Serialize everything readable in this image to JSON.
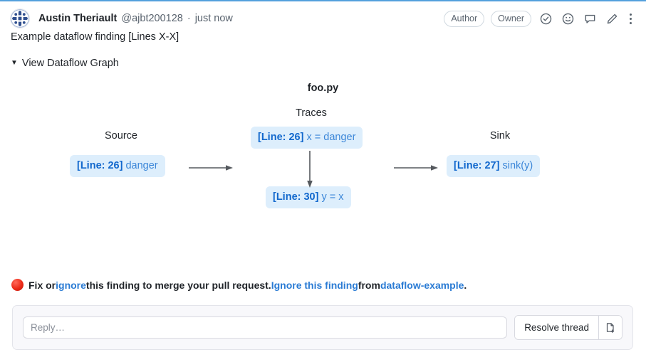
{
  "header": {
    "author_name": "Austin Theriault",
    "author_handle": "@ajbt200128",
    "separator": "·",
    "timestamp": "just now",
    "badges": [
      "Author",
      "Owner"
    ],
    "icons": [
      "check-circle-icon",
      "emoji-icon",
      "comment-icon",
      "pencil-icon",
      "kebab-menu-icon"
    ],
    "avatar_alt": "identicon-avatar"
  },
  "body": {
    "finding_title": "Example dataflow finding [Lines X-X]",
    "disclosure_marker": "▼",
    "disclosure_label": "View Dataflow Graph"
  },
  "graph": {
    "file_label": "foo.py",
    "column_labels": {
      "traces": "Traces",
      "source": "Source",
      "sink": "Sink"
    },
    "nodes": {
      "source": {
        "line": "[Line: 26]",
        "code": "danger"
      },
      "trace1": {
        "line": "[Line: 26]",
        "code": "x = danger"
      },
      "trace2": {
        "line": "[Line: 30]",
        "code": "y = x"
      },
      "sink": {
        "line": "[Line: 27]",
        "code": "sink(y)"
      }
    },
    "colors": {
      "node_bg": "#ddeefc",
      "node_line_text": "#1268cd",
      "node_code_text": "#3b86d8",
      "arrow": "#55595e"
    }
  },
  "notice": {
    "status_icon": "red-circle-icon",
    "text_before_link": "Fix or ",
    "link_ignore": "ignore",
    "text_middle": " this finding to merge your pull request. ",
    "link_ignore_finding": "Ignore this finding",
    "text_from": " from ",
    "link_project": "dataflow-example",
    "text_end": "."
  },
  "reply": {
    "placeholder": "Reply…",
    "value": "",
    "resolve_label": "Resolve thread",
    "attach_icon": "file-add-icon"
  },
  "theme": {
    "top_rule": "#54a0dd",
    "accent_link": "#2a7bd4",
    "muted_text": "#59636e"
  }
}
